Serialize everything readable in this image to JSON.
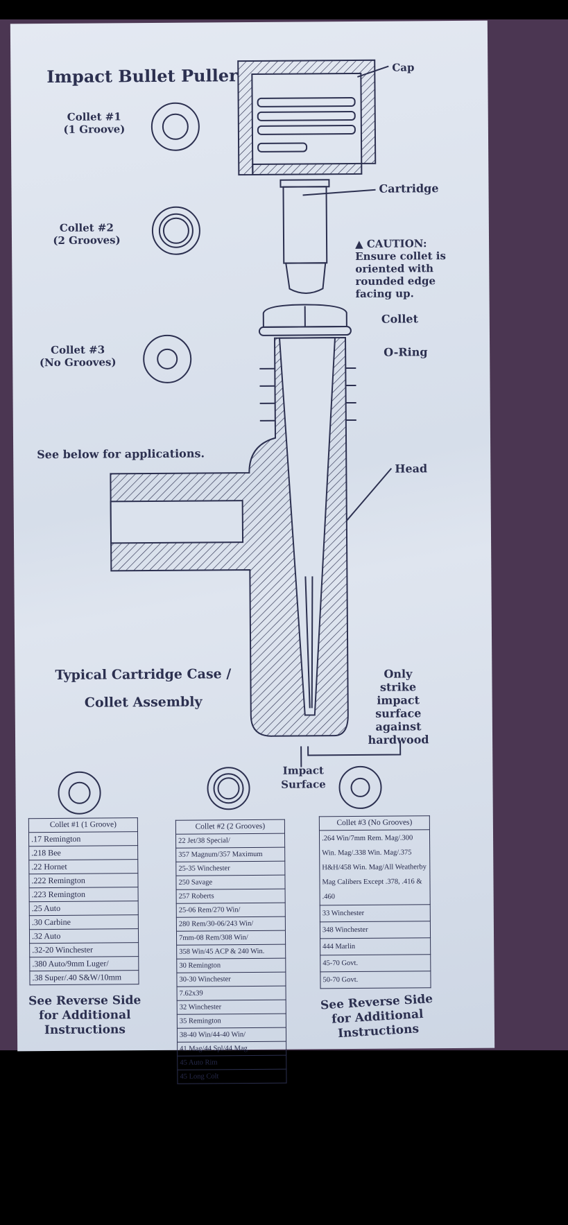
{
  "title": "Impact Bullet Puller",
  "collets": [
    {
      "name": "Collet #1",
      "desc": "(1 Groove)"
    },
    {
      "name": "Collet #2",
      "desc": "(2 Grooves)"
    },
    {
      "name": "Collet #3",
      "desc": "(No Grooves)"
    }
  ],
  "see_below": "See below for applications.",
  "labels": {
    "cap": "Cap",
    "cartridge": "Cartridge",
    "collet": "Collet",
    "oring": "O-Ring",
    "head": "Head",
    "impact": "Impact",
    "surface": "Surface"
  },
  "caution": {
    "title": "CAUTION:",
    "lines": [
      "Ensure collet is",
      "oriented with",
      "rounded edge",
      "facing up."
    ]
  },
  "typical": [
    "Typical Cartridge Case /",
    "Collet Assembly"
  ],
  "strike": [
    "Only strike",
    "impact",
    "surface",
    "against",
    "hardwood"
  ],
  "tables": [
    {
      "header": "Collet #1 (1 Groove)",
      "rows": [
        ".17 Remington",
        ".218 Bee",
        ".22 Hornet",
        ".222 Remington",
        ".223 Remington",
        ".25 Auto",
        ".30 Carbine",
        ".32 Auto",
        ".32-20 Winchester",
        ".380 Auto/9mm Luger/",
        ".38 Super/.40 S&W/10mm"
      ]
    },
    {
      "header": "Collet #2 (2 Grooves)",
      "rows": [
        "22 Jet/38 Special/",
        "357 Magnum/357 Maximum",
        "25-35 Winchester",
        "250 Savage",
        "257 Roberts",
        "25-06 Rem/270 Win/",
        "280 Rem/30-06/243 Win/",
        "7mm-08 Rem/308 Win/",
        "358 Win/45 ACP & 240 Win.",
        "30 Remington",
        "30-30 Winchester",
        "7.62x39",
        "32 Winchester",
        "35 Remington",
        "38-40 Win/44-40 Win/",
        "41 Mag/44 Spl/44 Mag",
        "45 Auto Rim",
        "45 Long Colt"
      ]
    },
    {
      "header": "Collet #3 (No Grooves)",
      "rows": [
        ".264 Win/7mm Rem. Mag/.300 Win. Mag/.338 Win. Mag/.375 H&H/458 Win. Mag/All Weatherby Mag Calibers Except .378, .416 & .460",
        "33 Winchester",
        "348 Winchester",
        "444 Marlin",
        "45-70 Govt.",
        "50-70 Govt."
      ]
    }
  ],
  "reverse": [
    "See Reverse Side",
    "for Additional",
    "Instructions"
  ]
}
